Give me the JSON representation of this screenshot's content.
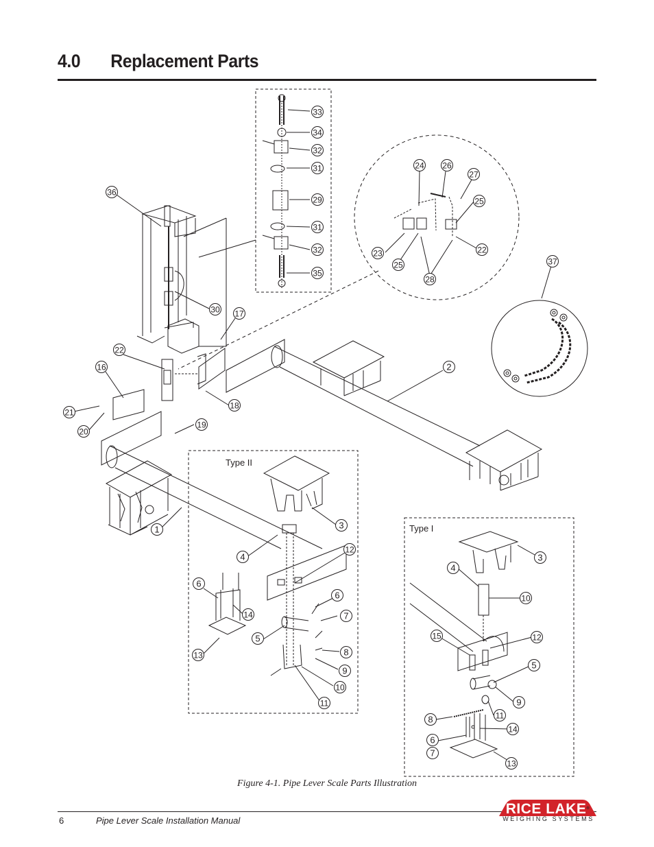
{
  "header": {
    "section_number": "4.0",
    "section_title": "Replacement Parts"
  },
  "figure": {
    "caption": "Figure 4-1. Pipe Lever Scale Parts Illustration",
    "type_ii_label": "Type II",
    "type_i_label": "Type I",
    "callouts": {
      "c1": "1",
      "c2": "2",
      "c3a": "3",
      "c3b": "3",
      "c4a": "4",
      "c4b": "4",
      "c5a": "5",
      "c5b": "5",
      "c6a": "6",
      "c6b": "6",
      "c6c": "6",
      "c7a": "7",
      "c7b": "7",
      "c8a": "8",
      "c8b": "8",
      "c9a": "9",
      "c9b": "9",
      "c10a": "10",
      "c10b": "10",
      "c11a": "11",
      "c11b": "11",
      "c12a": "12",
      "c12b": "12",
      "c13a": "13",
      "c13b": "13",
      "c14a": "14",
      "c14b": "14",
      "c15": "15",
      "c16": "16",
      "c17": "17",
      "c18": "18",
      "c19": "19",
      "c20": "20",
      "c21": "21",
      "c22a": "22",
      "c22b": "22",
      "c23": "23",
      "c24": "24",
      "c25a": "25",
      "c25b": "25",
      "c26": "26",
      "c27": "27",
      "c28": "28",
      "c29": "29",
      "c30": "30",
      "c31a": "31",
      "c31b": "31",
      "c32a": "32",
      "c32b": "32",
      "c33": "33",
      "c34": "34",
      "c35": "35",
      "c36": "36",
      "c37": "37"
    }
  },
  "footer": {
    "page_number": "6",
    "manual_title": "Pipe Lever Scale Installation Manual",
    "logo_top": "RICE LAKE",
    "logo_registered": "®",
    "logo_bottom": "WEIGHING SYSTEMS",
    "logo_color": "#d2232a"
  }
}
